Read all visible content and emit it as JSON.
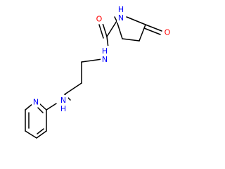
{
  "colors": {
    "background": "#ffffff",
    "bond": "#000000",
    "nitrogen": "#0000ff",
    "oxygen": "#ff0000"
  },
  "atoms": {
    "carbonyl_oxygen_ring": {
      "label": "O",
      "element": "oxygen"
    },
    "ring_nh": {
      "label": "H\nN",
      "element": "nitrogen"
    },
    "amide_nh": {
      "label": "H\nN",
      "element": "nitrogen"
    },
    "amide_oxygen": {
      "label": "O",
      "element": "oxygen"
    },
    "linker_nh": {
      "label": "N\nH",
      "element": "nitrogen"
    },
    "pyridine_n": {
      "label": "N",
      "element": "nitrogen"
    }
  }
}
